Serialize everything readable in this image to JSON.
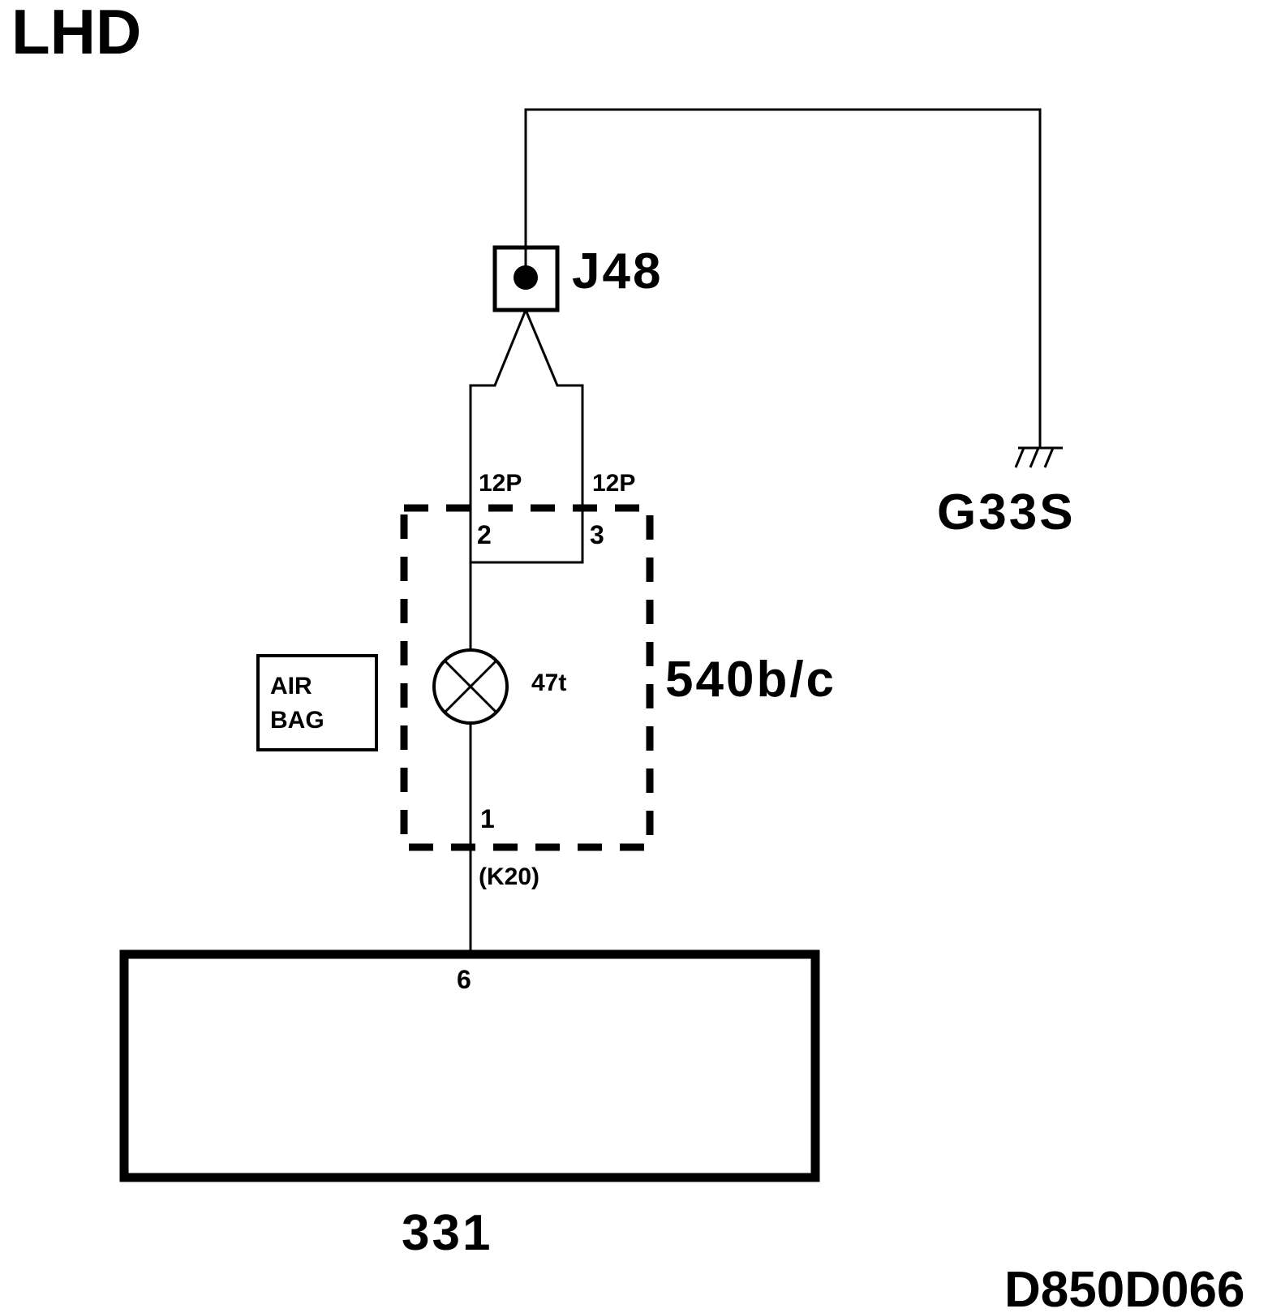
{
  "title": "LHD",
  "drawing_id": "D850D066",
  "splice": {
    "label": "J48"
  },
  "ground": {
    "label": "G33S"
  },
  "connector": {
    "left_label": "12P",
    "right_label": "12P",
    "pin_left": "2",
    "pin_right": "3",
    "pin_bottom": "1"
  },
  "module": {
    "label": "540b/c",
    "lamp_label": "47t",
    "indicator_text": [
      "AIR",
      "BAG"
    ]
  },
  "harness_ref": "(K20)",
  "unit": {
    "label": "331",
    "pin": "6"
  }
}
